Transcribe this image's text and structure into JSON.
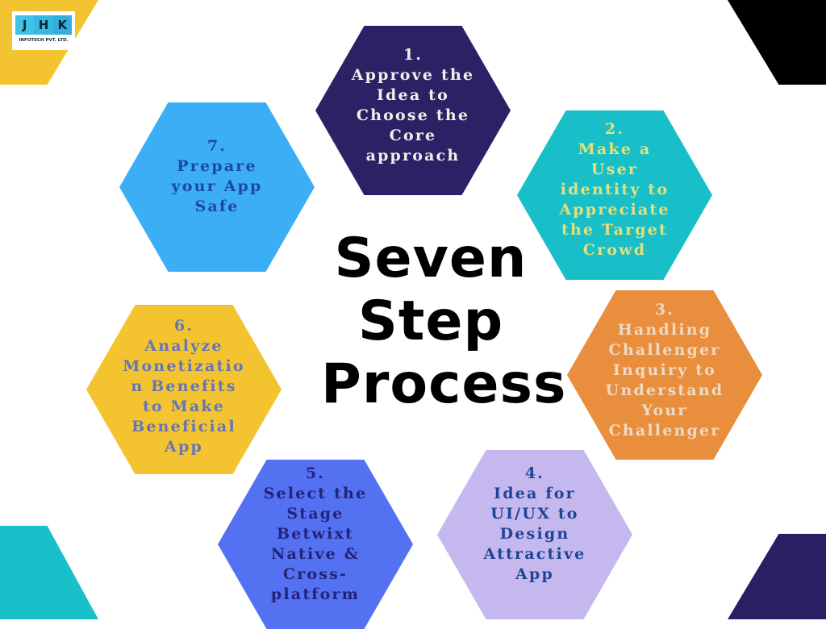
{
  "logo": {
    "letters": [
      "J",
      "H",
      "K"
    ],
    "subtitle": "INFOTECH PVT. LTD."
  },
  "title": "Seven\nStep\nProcess",
  "colors": {
    "corner_top_left": "#f4c430",
    "corner_top_right": "#000000",
    "corner_bottom_left": "#19c0c9",
    "corner_bottom_right": "#2a1f63"
  },
  "steps": [
    {
      "number": "1.",
      "text": "1.\nApprove the\nIdea to\nChoose the\nCore\napproach",
      "fill": "#2c2165",
      "text_color": "#f2efe9"
    },
    {
      "number": "2.",
      "text": "2.\nMake a\nUser\nidentity to\nAppreciate\nthe Target\nCrowd",
      "fill": "#18bfc9",
      "text_color": "#e4e07a"
    },
    {
      "number": "3.",
      "text": "3.\nHandling\nChallenger\nInquiry to\nUnderstand\nYour\nChallenger",
      "fill": "#e88e3c",
      "text_color": "#f1d9c2"
    },
    {
      "number": "4.",
      "text": "4.\nIdea for\nUI/UX to\nDesign\nAttractive\nApp",
      "fill": "#c4b8ee",
      "text_color": "#1f4597"
    },
    {
      "number": "5.",
      "text": "5.\nSelect the\nStage\nBetwixt\nNative &\nCross-\nplatform",
      "fill": "#5471f2",
      "text_color": "#22237a"
    },
    {
      "number": "6.",
      "text": "6.\nAnalyze\nMonetizatio\nn Benefits\nto Make\nBeneficial\nApp",
      "fill": "#f4c430",
      "text_color": "#6475b8"
    },
    {
      "number": "7.",
      "text": "7.\n Prepare\nyour App\nSafe",
      "fill": "#3baef5",
      "text_color": "#1c4aa0"
    }
  ]
}
